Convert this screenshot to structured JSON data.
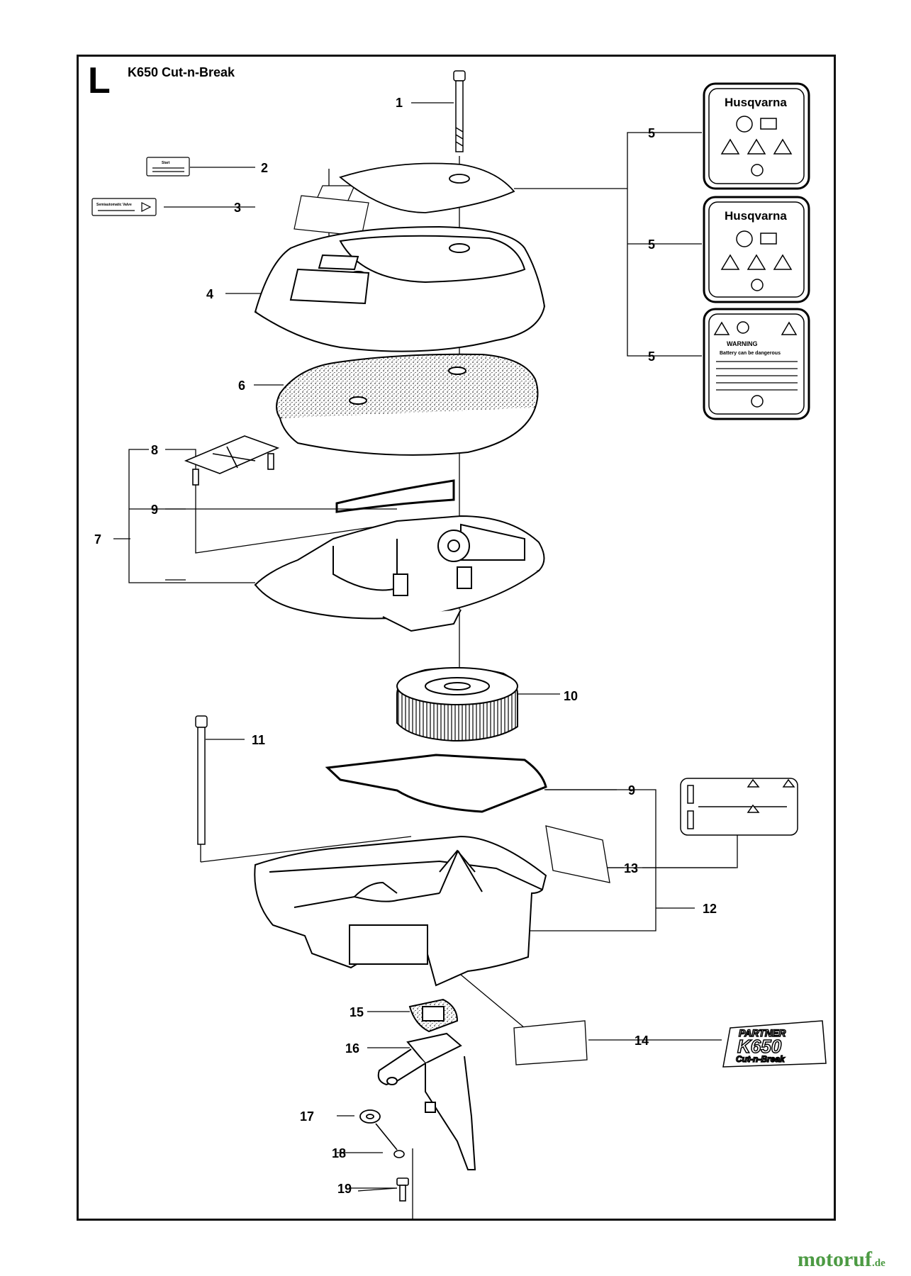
{
  "header": {
    "section_letter": "L",
    "model_title": "K650 Cut-n-Break"
  },
  "callouts": [
    "1",
    "2",
    "3",
    "4",
    "5",
    "5",
    "5",
    "6",
    "7",
    "8",
    "9",
    "10",
    "11",
    "9",
    "13",
    "12",
    "15",
    "14",
    "16",
    "17",
    "18",
    "19"
  ],
  "labels": {
    "brand": "Husqvarna",
    "warning_title": "WARNING",
    "warning_sub": "Battery can be dangerous",
    "decal2_title": "Start",
    "decal3_text": "Semiautomatic Valve",
    "badge_top": "PARTNER",
    "badge_model": "K650",
    "badge_sub": "Cut-n-Break"
  },
  "watermark": {
    "main": "motoruf",
    "tld": ".de"
  },
  "colors": {
    "line": "#000000",
    "background": "#ffffff",
    "watermark_green": "#4c9a43",
    "watermark_red": "#dd3333"
  }
}
